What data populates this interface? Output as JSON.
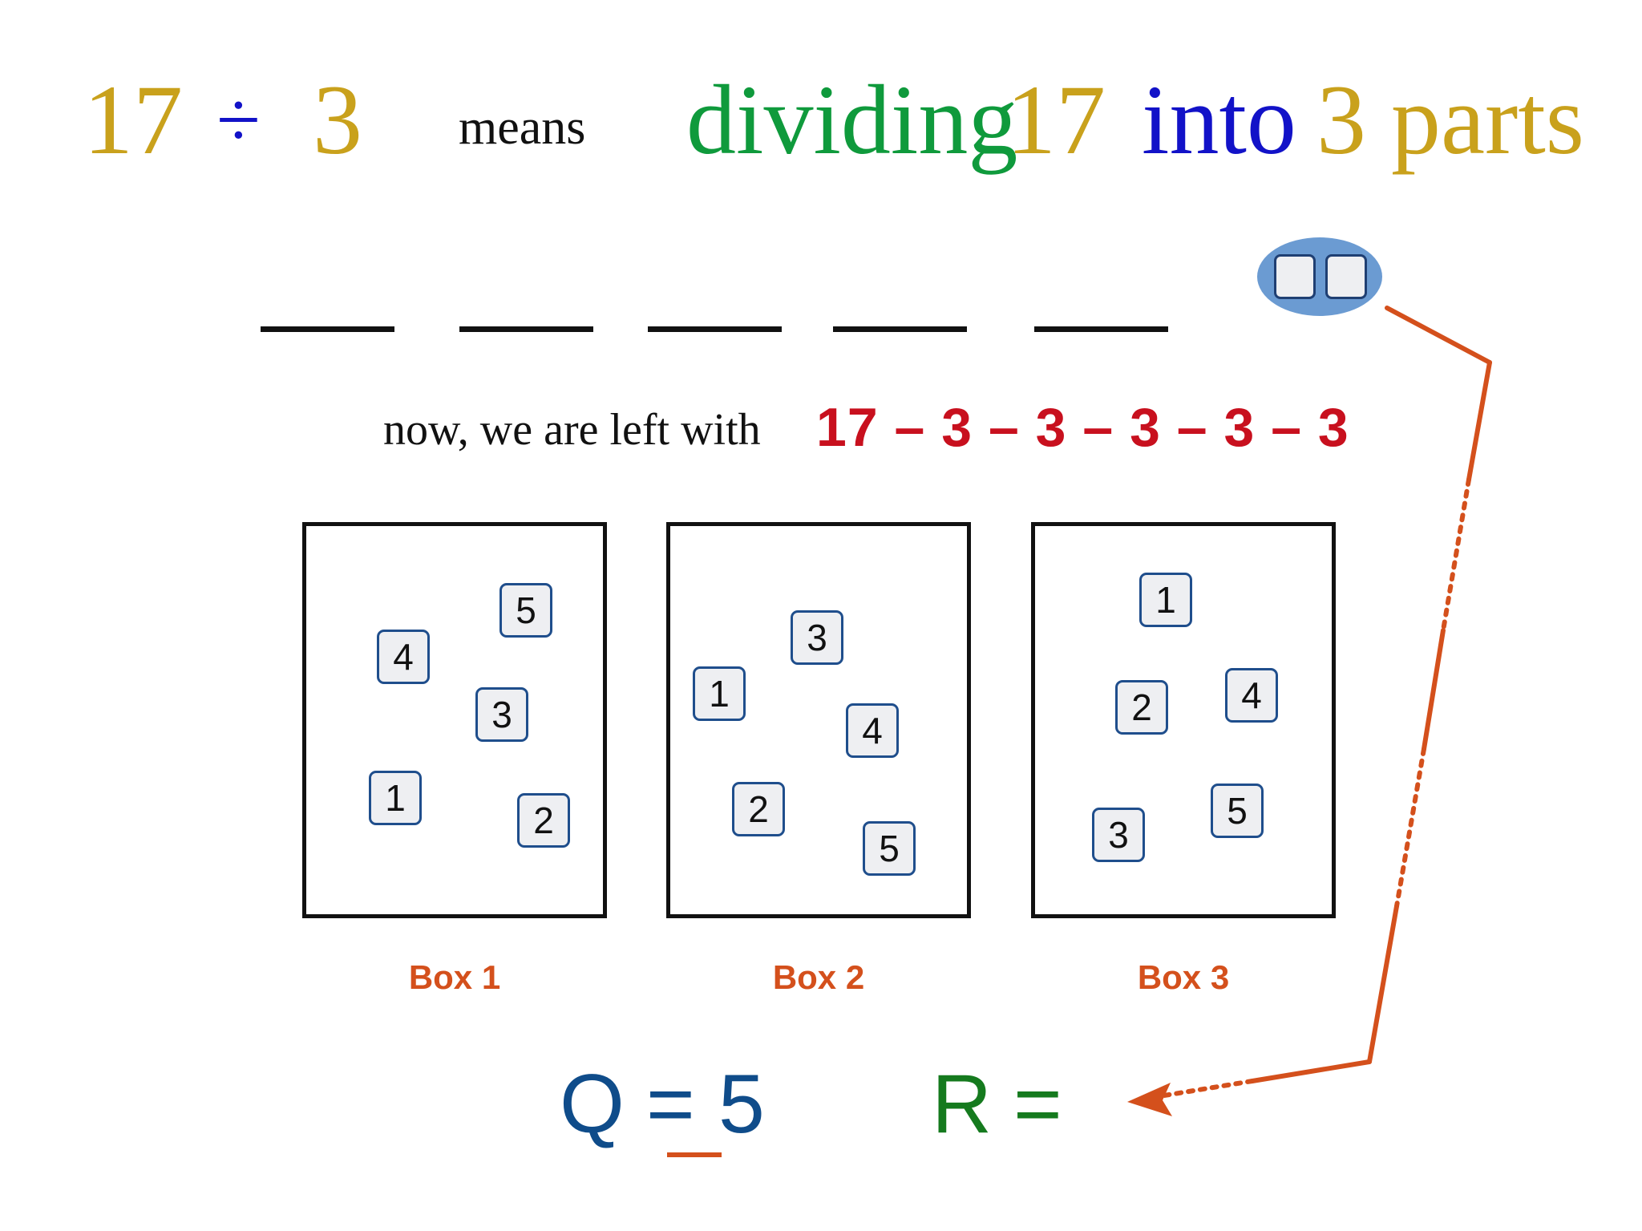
{
  "heading": {
    "n1": "17",
    "op": "÷",
    "n2": "3",
    "means": "means",
    "dividing": "dividing",
    "n3": "17",
    "into": "into",
    "parts": "3 parts"
  },
  "colors": {
    "gold": "#c9a11c",
    "blue": "#1212c8",
    "green": "#0f9a3c",
    "red": "#c8101e",
    "orange": "#d4501c",
    "navy": "#0f4c8a",
    "darkgreen": "#157a1e",
    "pill": "#6b9bd2"
  },
  "line_text": "now, we are left with",
  "expression": "17 – 3 – 3 – 3 – 3 – 3",
  "boxes": [
    {
      "label": "Box 1",
      "tiles": [
        "5",
        "4",
        "3",
        "1",
        "2"
      ]
    },
    {
      "label": "Box 2",
      "tiles": [
        "3",
        "1",
        "4",
        "2",
        "5"
      ]
    },
    {
      "label": "Box 3",
      "tiles": [
        "1",
        "2",
        "4",
        "3",
        "5"
      ]
    }
  ],
  "quotient": {
    "q": "Q",
    "eq": "=",
    "val": "5"
  },
  "remainder": {
    "r": "R",
    "eq": "="
  }
}
